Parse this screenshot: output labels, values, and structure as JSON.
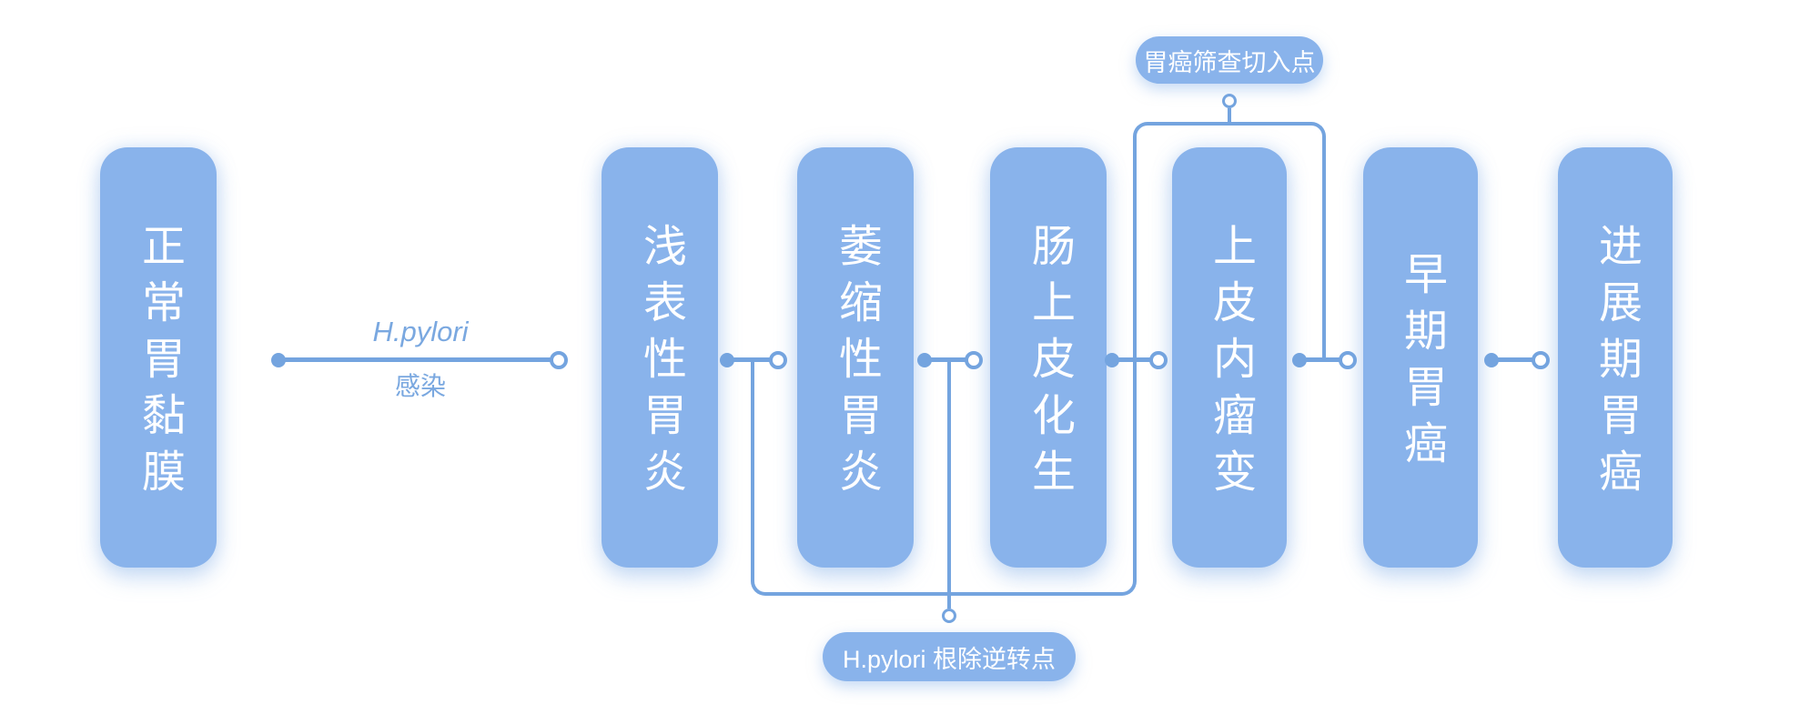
{
  "diagram": {
    "stages": [
      {
        "label": "正常胃黏膜"
      },
      {
        "label": "浅表性胃炎"
      },
      {
        "label": "萎缩性胃炎"
      },
      {
        "label": "肠上皮化生"
      },
      {
        "label": "上皮内瘤变"
      },
      {
        "label": "早期胃癌"
      },
      {
        "label": "进展期胃癌"
      }
    ],
    "infection_connector": {
      "line1": "H.pylori",
      "line2": "感染"
    },
    "screening_badge": {
      "label": "胃癌筛查切入点"
    },
    "eradication_badge": {
      "label": "H.pylori 根除逆转点"
    },
    "colors": {
      "node_fill": "#89B3EB",
      "connector_line": "#74A4DF",
      "node_text": "#FFFFFF",
      "annotation_text": "#7AA8E0",
      "background": "#FFFFFF"
    }
  }
}
